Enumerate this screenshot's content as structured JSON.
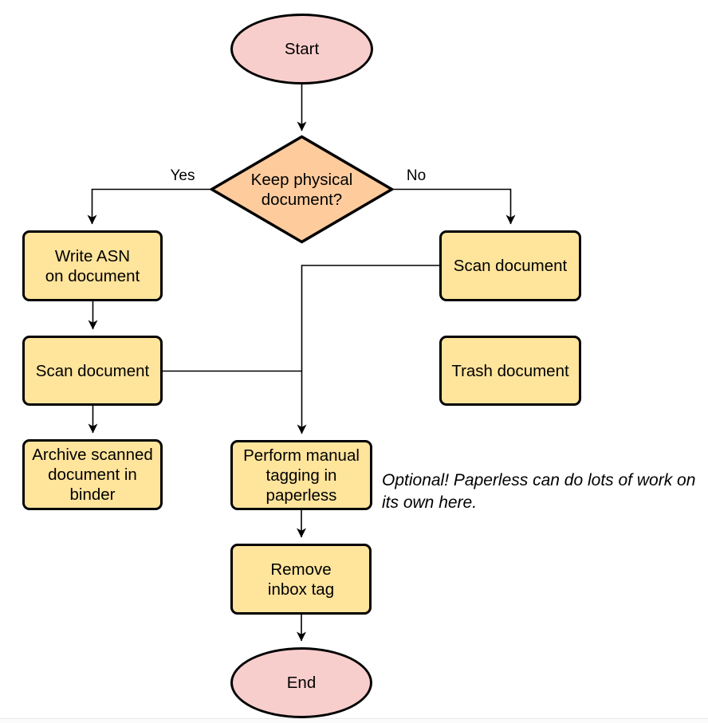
{
  "flowchart": {
    "nodes": {
      "start": {
        "type": "terminal",
        "label": "Start"
      },
      "decision": {
        "type": "decision",
        "label": "Keep physical\ndocument?"
      },
      "write_asn": {
        "type": "process",
        "label": "Write ASN\non document"
      },
      "scan_keep": {
        "type": "process",
        "label": "Scan document"
      },
      "archive": {
        "type": "process",
        "label": "Archive scanned\ndocument in\nbinder"
      },
      "scan_no": {
        "type": "process",
        "label": "Scan document"
      },
      "trash": {
        "type": "process",
        "label": "Trash document"
      },
      "tagging": {
        "type": "process",
        "label": "Perform manual\ntagging in\npaperless"
      },
      "remove_tag": {
        "type": "process",
        "label": "Remove\ninbox tag"
      },
      "end": {
        "type": "terminal",
        "label": "End"
      }
    },
    "edge_labels": {
      "yes": "Yes",
      "no": "No"
    },
    "annotation": "Optional! Paperless can do lots of work on\nits own here.",
    "colors": {
      "terminal_fill": "#F8CECC",
      "decision_fill": "#FECB9D",
      "process_fill": "#FFE49C",
      "stroke": "#000000"
    }
  }
}
